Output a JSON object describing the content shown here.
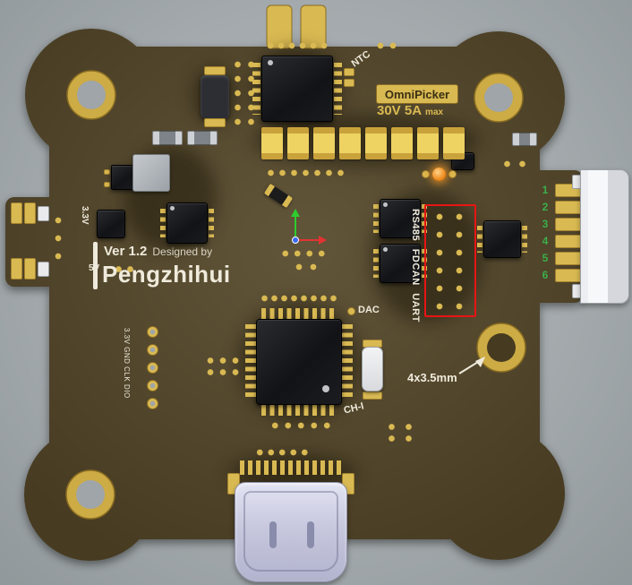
{
  "board": {
    "colors": {
      "background": "#a6acae",
      "soldermask": "#463b20",
      "pad_gold": "#d9b952",
      "silkscreen": "#efeadb",
      "annotation_red": "#e81414",
      "pin_number_green": "#3cae4a",
      "led_orange": "#f08c1e"
    },
    "silk": {
      "version": "Ver 1.2",
      "designed_by": "Designed by",
      "author": "Pengzhihui",
      "ntc": "NTC",
      "dac": "DAC",
      "ch1": "CH-I",
      "holes": "4x3.5mm",
      "rail_33": "3.3V",
      "rail_5": "5V",
      "prog": "3.3V GND CLK DIO",
      "interfaces": "RS485 FDCAN UART"
    },
    "badge": {
      "brand": "OmniPicker",
      "rating": "30V 5A",
      "rating_note": "max"
    },
    "connector": {
      "pins": [
        "1",
        "2",
        "3",
        "4",
        "5",
        "6"
      ]
    }
  }
}
